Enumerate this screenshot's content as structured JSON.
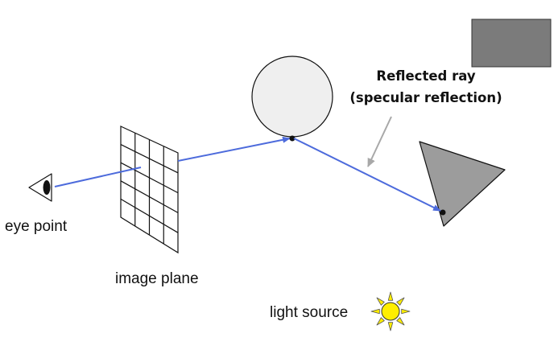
{
  "labels": {
    "eye_point": "eye point",
    "image_plane": "image plane",
    "light_source": "light source",
    "reflected_ray_line1": "Reflected ray",
    "reflected_ray_line2": "(specular reflection)"
  },
  "colors": {
    "ray": "#4d6bdc",
    "pointer_arrow": "#a8a8a8",
    "sphere_fill": "#efefef",
    "triangle_fill": "#9c9c9c",
    "rectangle_fill": "#7b7b7b",
    "sun_fill": "#ffee00",
    "outline": "#111111"
  },
  "icons": {
    "eye": "eye-icon",
    "sun": "sun-icon"
  }
}
